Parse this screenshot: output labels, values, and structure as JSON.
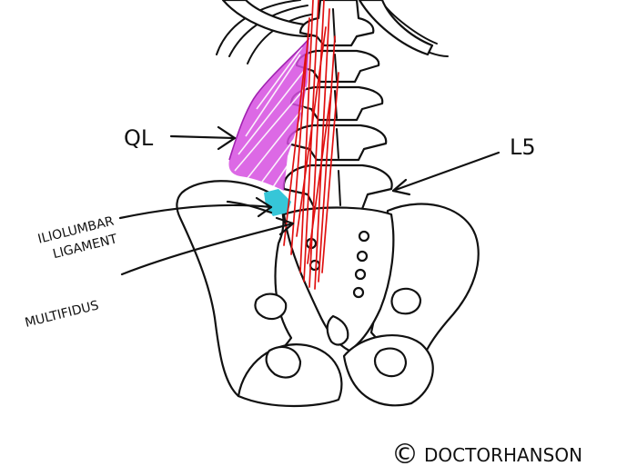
{
  "labels": {
    "ql": "QL",
    "l5": "L5",
    "iliolumbar_line1": "ILIOLUMBAR",
    "iliolumbar_line2": "LIGAMENT",
    "multifidus": "MULTIFIDUS"
  },
  "copyright": {
    "symbol": "©",
    "author": "DOCTORHANSON"
  },
  "colors": {
    "quadratus_lumborum": "#d64fe0",
    "multifidus": "#e01010",
    "iliolumbar_ligament": "#36c6d8",
    "outline": "#111111"
  }
}
